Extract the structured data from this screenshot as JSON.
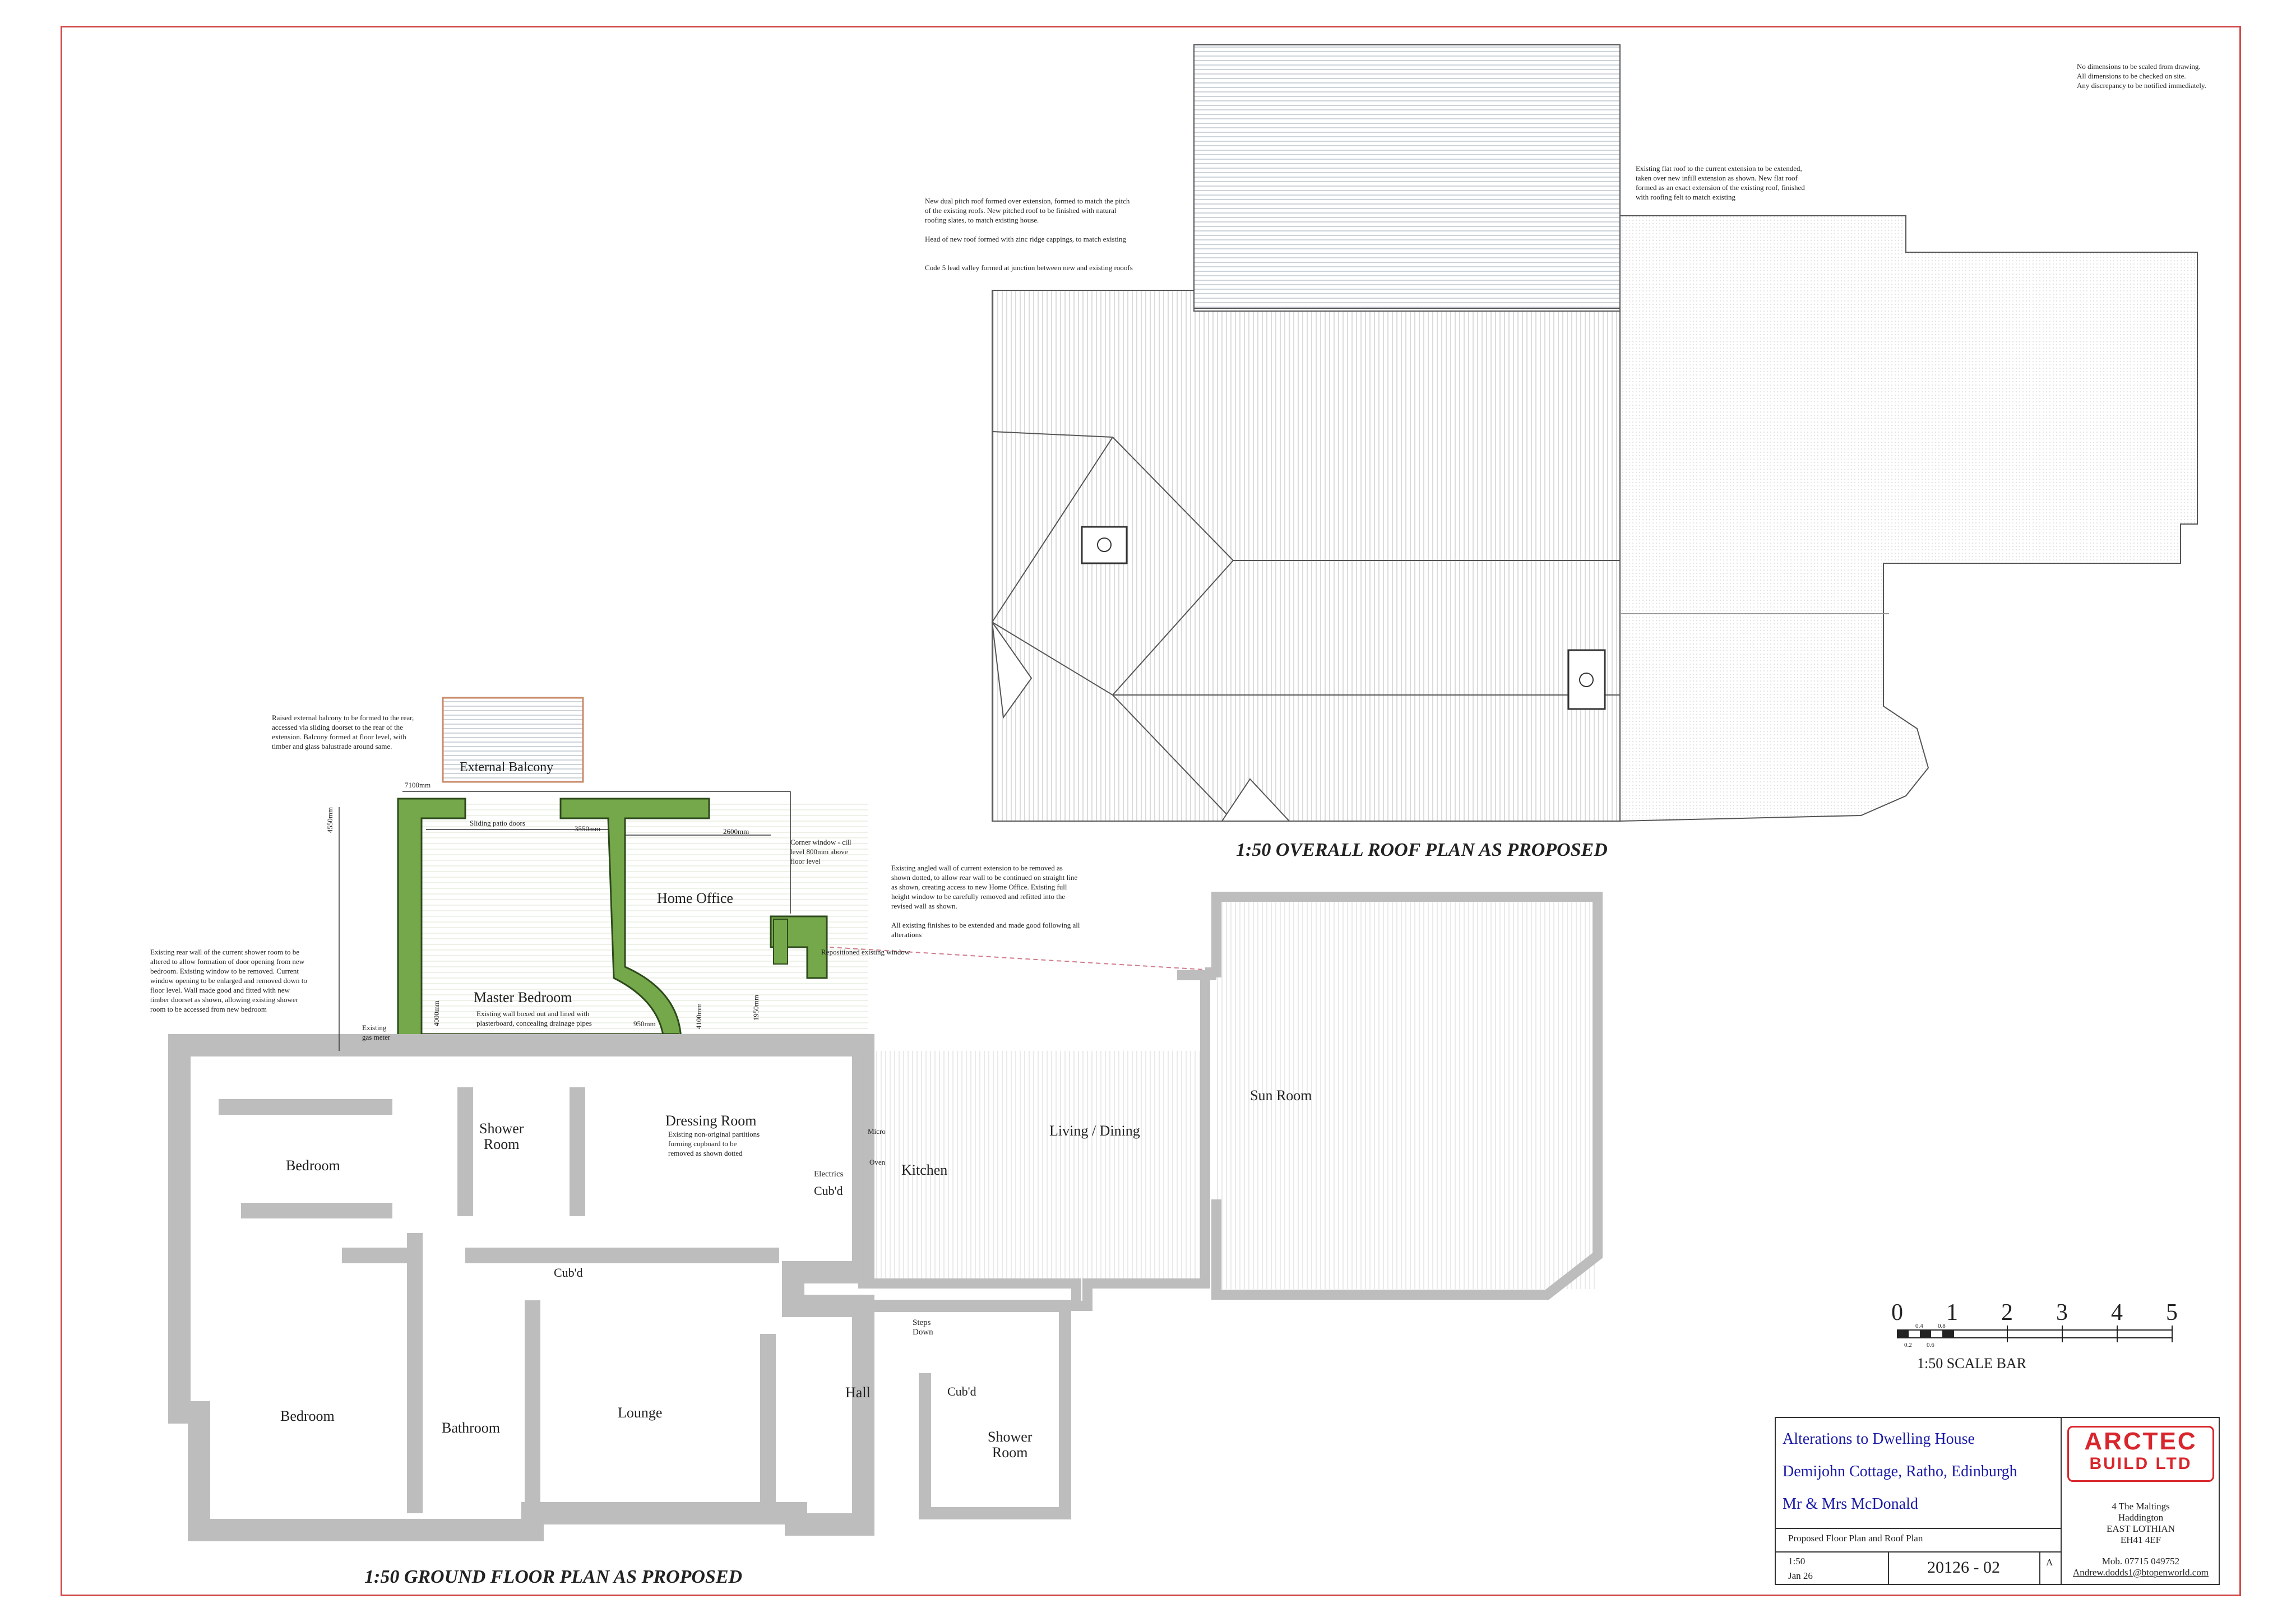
{
  "notes": {
    "dimensions": "No dimensions to be scaled from drawing.\nAll dimensions to be checked on site.\nAny discrepancy to be notified immediately.",
    "flat_roof": "Existing flat roof to the current extension to be extended,\ntaken over new infill extension as shown. New flat roof\nformed as an exact extension of the existing roof, finished\nwith roofing felt to match existing",
    "pitch_roof": "New dual pitch roof formed over extension, formed to match the pitch\nof the existing roofs. New pitched roof to be finished with natural\nroofing slates, to match existing house.\n\nHead of new roof formed with zinc ridge cappings, to match existing\n\n\nCode 5 lead valley formed at junction between new and existing rooofs",
    "balcony": "Raised external balcony to be formed to the rear,\naccessed via sliding doorset to the rear of the\nextension. Balcony formed at floor level, with\ntimber and glass balustrade around same.",
    "shower_wall": "Existing rear wall of the current shower room to be\naltered to allow formation of door opening from new\nbedroom. Existing window to be removed. Current\nwindow opening to be enlarged and removed down to\nfloor level. Wall made good and fitted with new\ntimber doorset as shown, allowing existing shower\nroom to be accessed from new bedroom",
    "angled_wall": "Existing angled wall of current extension to be removed as\nshown dotted, to allow rear wall to be continued on straight line\nas shown, creating access to new Home Office. Existing full\nheight window to be carefully removed and refitted into the\nrevised wall as shown.\n\nAll existing finishes to be extended and made good following all\nalterations",
    "corner_window": "Corner window - cill\nlevel 800mm above\nfloor level",
    "boxed_wall": "Existing wall boxed out and lined with\nplasterboard, concealing drainage pipes",
    "partitions": "Existing non-original partitions\nforming cupboard to be\nremoved as shown dotted",
    "gas_meter": "Existing\ngas meter",
    "repositioned_window": "Repositioned existing window",
    "sliding_doors": "Sliding patio doors"
  },
  "dims": {
    "d7100": "7100mm",
    "d4550": "4550mm",
    "d3550": "3550mm",
    "d2600": "2600mm",
    "d4000": "4000mm",
    "d4100": "4100mm",
    "d1950": "1950mm",
    "d950": "950mm"
  },
  "rooms": {
    "external_balcony": "External Balcony",
    "home_office": "Home Office",
    "master_bedroom": "Master Bedroom",
    "shower_room": "Shower\nRoom",
    "dressing_room": "Dressing Room",
    "electrics": "Electrics",
    "cubd": "Cub'd",
    "kitchen": "Kitchen",
    "living_dining": "Living / Dining",
    "sun_room": "Sun Room",
    "bedroom": "Bedroom",
    "bathroom": "Bathroom",
    "lounge": "Lounge",
    "hall": "Hall",
    "steps_down": "Steps\nDown",
    "micro": "Micro",
    "oven": "Oven"
  },
  "headings": {
    "roof_plan": "1:50 OVERALL ROOF PLAN AS PROPOSED",
    "ground_floor": "1:50 GROUND FLOOR PLAN AS PROPOSED"
  },
  "scale_bar": {
    "major_ticks": [
      "0",
      "1",
      "2",
      "3",
      "4",
      "5"
    ],
    "minor_top": [
      "0.4",
      "0.8"
    ],
    "minor_bottom": [
      "0.2",
      "0.6"
    ],
    "label": "1:50 SCALE BAR"
  },
  "title_block": {
    "project": "Alterations to Dwelling House",
    "site": "Demijohn Cottage, Ratho, Edinburgh",
    "client": "Mr & Mrs McDonald",
    "company_line1": "ARCTEC",
    "company_line2": "BUILD LTD",
    "address": "4 The Maltings\nHaddington\nEAST LOTHIAN\nEH41 4EF",
    "mobile": "Mob. 07715 049752",
    "email": "Andrew.dodds1@btopenworld.com",
    "drawing_title": "Proposed Floor Plan and Roof Plan",
    "scale": "1:50",
    "date": "Jan 26",
    "drawing_number": "20126 - 02",
    "revision": "A"
  },
  "colors": {
    "frame": "#d04a4a",
    "new_wall": "#74a84a",
    "existing_wall": "#c8c8c8",
    "title_blue": "#1a1aa8",
    "brand_red": "#d8262c"
  }
}
